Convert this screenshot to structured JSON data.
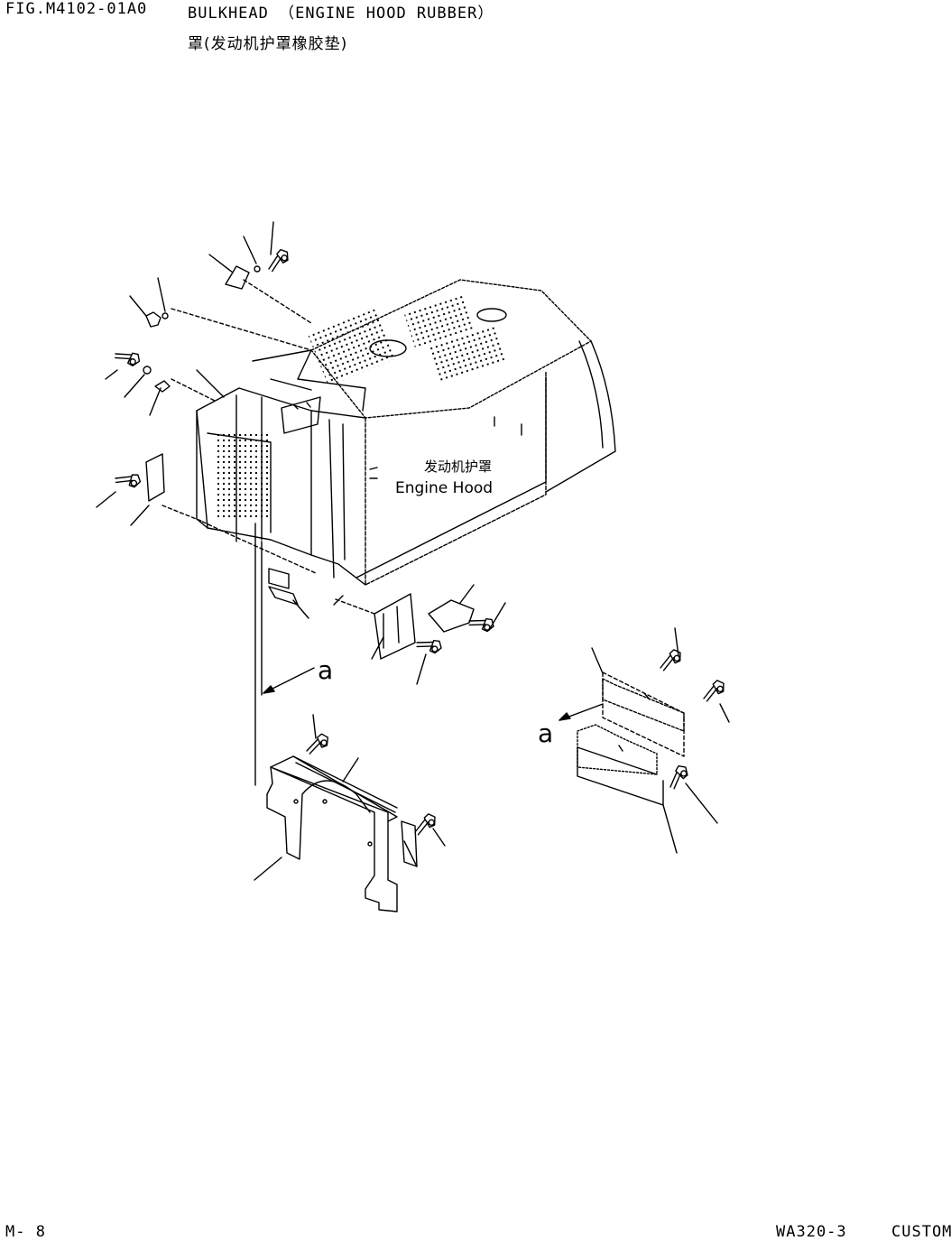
{
  "header": {
    "fig_code": "FIG.M4102-01A0",
    "title": "BULKHEAD （ENGINE HOOD RUBBER）",
    "title_cn": "罩(发动机护罩橡胶垫)"
  },
  "drawing": {
    "hood_label_cn": "发动机护罩",
    "hood_label_en": "Engine Hood",
    "view_marker_1": "a",
    "view_marker_2": "a"
  },
  "footer": {
    "page": "M-  8",
    "model": "WA320-3",
    "edition": "CUSTOM"
  }
}
